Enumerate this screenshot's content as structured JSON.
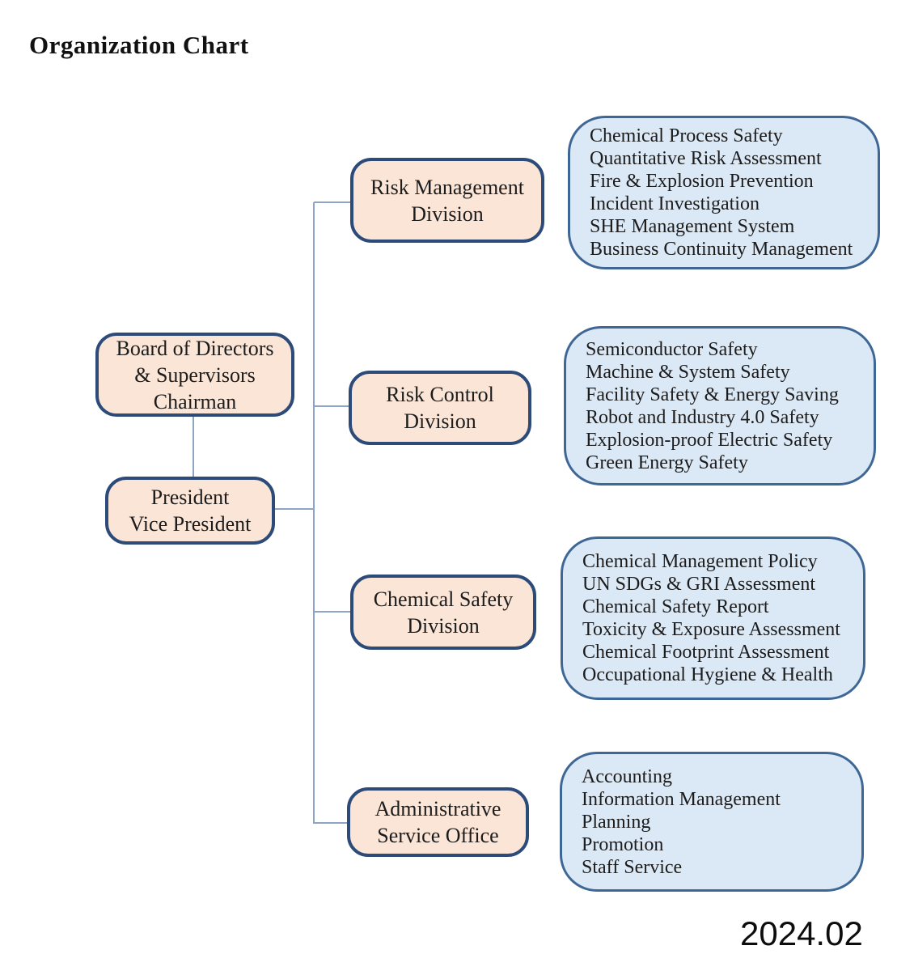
{
  "title": "Organization Chart",
  "date": "2024.02",
  "colors": {
    "leadership_box_fill": "#fbe5d7",
    "leadership_box_border": "#2d4b79",
    "function_box_fill": "#dbe8f5",
    "function_box_border": "#3f6795",
    "connector": "#8ca5c5"
  },
  "org": {
    "board": {
      "lines": [
        "Board of Directors",
        "& Supervisors",
        "Chairman"
      ]
    },
    "president": {
      "lines": [
        "President",
        "Vice President"
      ]
    },
    "divisions": [
      {
        "name": [
          "Risk Management",
          "Division"
        ],
        "functions": [
          "Chemical Process Safety",
          "Quantitative Risk Assessment",
          "Fire & Explosion Prevention",
          "Incident Investigation",
          "SHE Management System",
          "Business Continuity Management"
        ]
      },
      {
        "name": [
          "Risk Control",
          "Division"
        ],
        "functions": [
          "Semiconductor Safety",
          "Machine & System Safety",
          "Facility Safety & Energy Saving",
          "Robot and Industry 4.0 Safety",
          "Explosion-proof Electric Safety",
          "Green Energy Safety"
        ]
      },
      {
        "name": [
          "Chemical Safety",
          "Division"
        ],
        "functions": [
          "Chemical Management Policy",
          "UN SDGs & GRI Assessment",
          "Chemical Safety Report",
          "Toxicity & Exposure Assessment",
          "Chemical Footprint Assessment",
          "Occupational Hygiene & Health"
        ]
      },
      {
        "name": [
          "Administrative",
          "Service Office"
        ],
        "functions": [
          "Accounting",
          "Information Management",
          "Planning",
          "Promotion",
          "Staff Service"
        ]
      }
    ]
  }
}
